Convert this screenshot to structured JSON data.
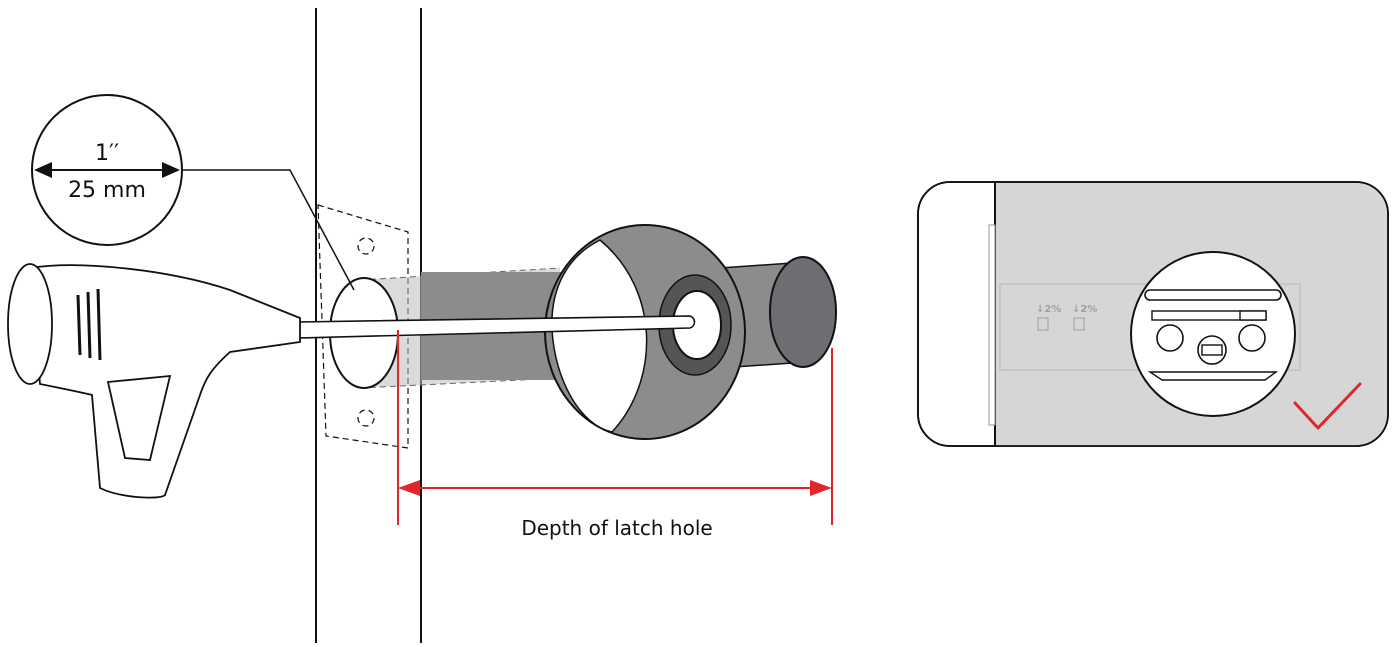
{
  "diameter": {
    "imperial": "1′′",
    "metric": "25 mm"
  },
  "depth_label": "Depth of latch hole",
  "inset_marks": [
    "↓2%",
    "↓2%"
  ],
  "colors": {
    "accent_red": "#e0252b",
    "outline": "#111111",
    "panel_gray": "#d6d6d6",
    "bore_gray": "#8c8c8c",
    "bore_dark": "#6d6d72",
    "knob_face": "#ffffff"
  },
  "icons": {
    "check": "checkmark-icon",
    "drill": "drill-icon"
  }
}
